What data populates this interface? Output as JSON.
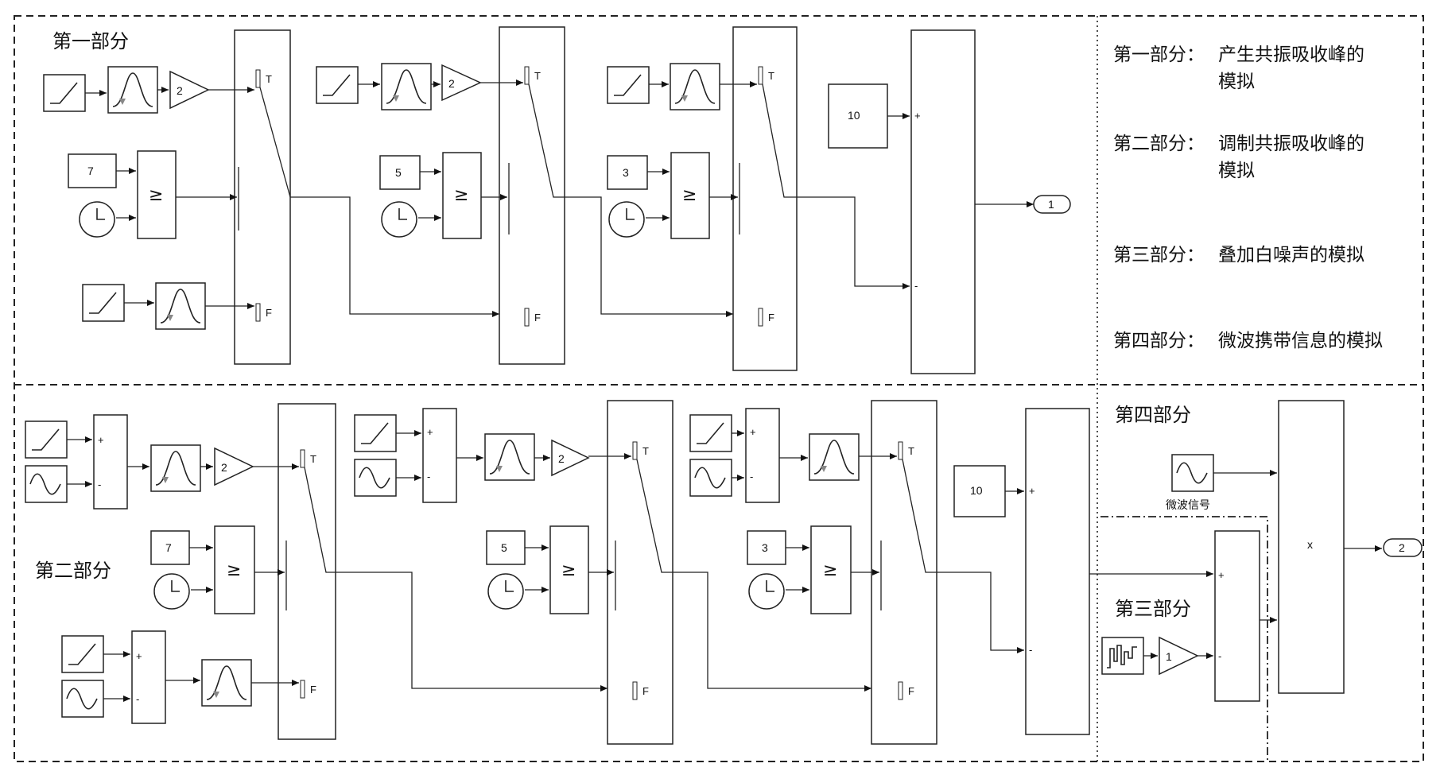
{
  "sections": {
    "part1_label": "第一部分",
    "part2_label": "第二部分",
    "part3_label": "第三部分",
    "part4_label": "第四部分"
  },
  "legend": {
    "item1_prefix": "第一部分：",
    "item1_text": "产生共振吸收峰的",
    "item1_text2": "模拟",
    "item2_prefix": "第二部分：",
    "item2_text": "调制共振吸收峰的",
    "item2_text2": "模拟",
    "item3_prefix": "第三部分：",
    "item3_text": "叠加白噪声的模拟",
    "item4_prefix": "第四部分：",
    "item4_text": "微波携带信息的模拟"
  },
  "blocks": {
    "gain_2": "2",
    "gain_1": "1",
    "const_7": "7",
    "const_5": "5",
    "const_3": "3",
    "const_10": "10",
    "compare": "≥",
    "switch_true": "T",
    "switch_false": "F",
    "plus": "+",
    "minus": "-",
    "product": "x",
    "outport_1": "1",
    "outport_2": "2",
    "microwave_label": "微波信号"
  },
  "icons": [
    "ramp-icon",
    "gaussian-icon",
    "clock-icon",
    "sine-icon",
    "noise-icon"
  ]
}
